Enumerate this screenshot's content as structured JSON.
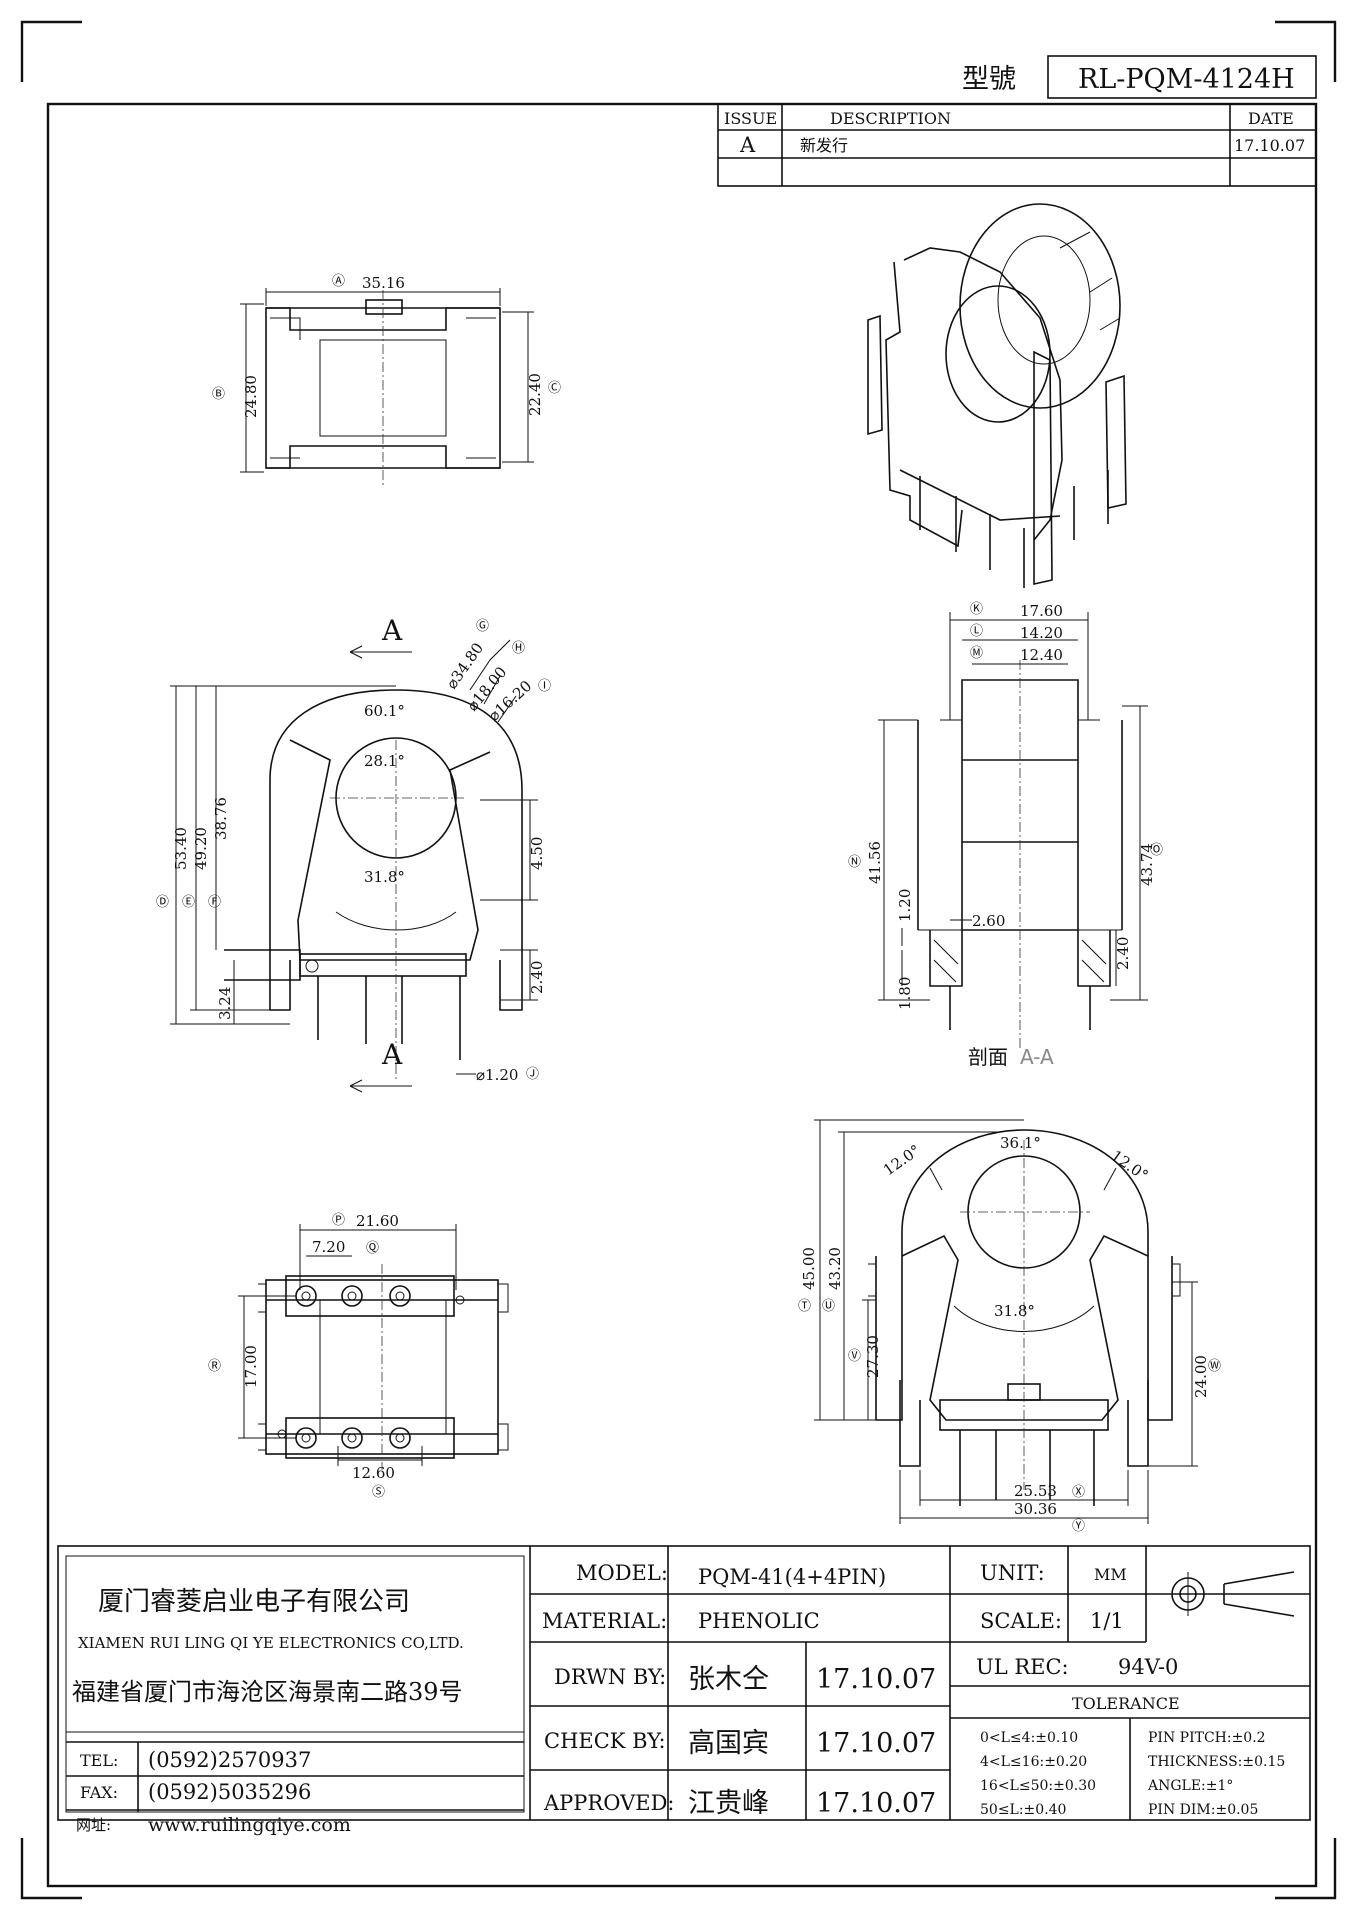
{
  "header": {
    "model_label": "型號",
    "model_value": "RL-PQM-4124H"
  },
  "revision_table": {
    "headers": [
      "ISSUE",
      "DESCRIPTION",
      "DATE"
    ],
    "rows": [
      {
        "issue": "A",
        "description": "新发行",
        "date": "17.10.07"
      }
    ]
  },
  "dimensions": {
    "top_view": {
      "A": "35.16",
      "B": "24.80",
      "C": "22.40"
    },
    "front_view": {
      "section_mark": "A",
      "G": "⌀34.80",
      "H": "⌀18.00",
      "I": "⌀16.20",
      "J": "⌀1.20",
      "D": "53.40",
      "E": "49.20",
      "F": "38.76",
      "ang_top": "60.1°",
      "ang_mid": "28.1°",
      "ang_bot": "31.8°",
      "h1": "4.50",
      "h2": "2.40",
      "h3": "3.24"
    },
    "section_view": {
      "K": "17.60",
      "L": "14.20",
      "M": "12.40",
      "N": "41.56",
      "O": "43.74",
      "d1": "1.20",
      "d2": "2.60",
      "d3": "1.80",
      "d4": "2.40",
      "caption": "剖面",
      "caption_suffix": "A-A"
    },
    "bottom_view": {
      "P": "21.60",
      "Q": "7.20",
      "R": "17.00",
      "S": "12.60"
    },
    "rear_view": {
      "ang_top": "36.1°",
      "ang_left": "12.0°",
      "ang_right": "12.0°",
      "ang_bot": "31.8°",
      "T": "45.00",
      "U": "43.20",
      "V": "27.30",
      "W": "24.00",
      "X": "25.53",
      "Y": "30.36"
    }
  },
  "title_block": {
    "company_cn": "厦门睿菱启业电子有限公司",
    "company_en": "XIAMEN RUI LING QI YE ELECTRONICS CO,LTD.",
    "address": "福建省厦门市海沧区海景南二路39号",
    "contacts": [
      {
        "label": "TEL:",
        "value": "(0592)2570937"
      },
      {
        "label": "FAX:",
        "value": "(0592)5035296"
      },
      {
        "label": "网址:",
        "value": "www.ruilingqiye.com"
      }
    ],
    "model_label": "MODEL:",
    "model": "PQM-41(4+4PIN)",
    "material_label": "MATERIAL:",
    "material": "PHENOLIC",
    "drawn_label": "DRWN BY:",
    "drawn_by": "张木仝",
    "drawn_date": "17.10.07",
    "check_label": "CHECK BY:",
    "check_by": "高国宾",
    "check_date": "17.10.07",
    "approved_label": "APPROVED:",
    "approved_by": "江贵峰",
    "approved_date": "17.10.07",
    "unit_label": "UNIT:",
    "unit": "MM",
    "scale_label": "SCALE:",
    "scale": "1/1",
    "ul_label": "UL REC:",
    "ul": "94V-0",
    "tolerance_label": "TOLERANCE",
    "tolerances_left": [
      "0<L≤4:±0.10",
      "4<L≤16:±0.20",
      "16<L≤50:±0.30",
      "50≤L:±0.40"
    ],
    "tolerances_right": [
      "PIN PITCH:±0.2",
      "THICKNESS:±0.15",
      "ANGLE:±1°",
      "PIN DIM:±0.05"
    ]
  }
}
